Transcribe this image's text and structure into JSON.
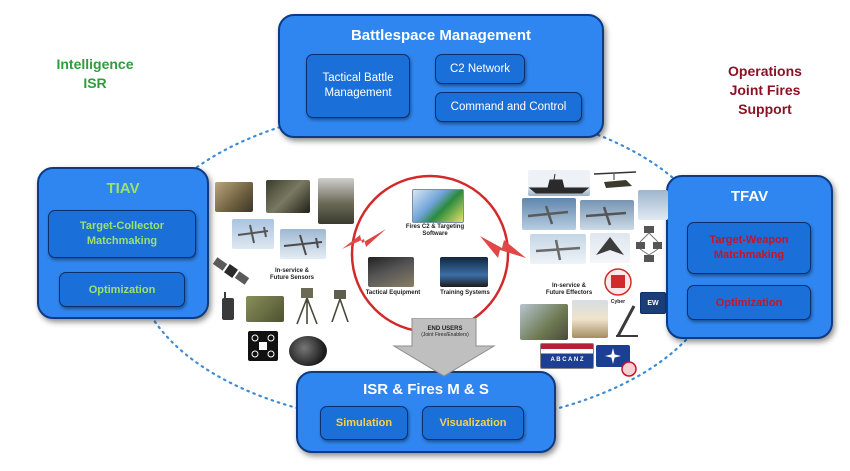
{
  "side_labels": {
    "intelligence": [
      "Intelligence",
      "ISR"
    ],
    "operations": [
      "Operations",
      "Joint Fires",
      "Support"
    ]
  },
  "battlespace": {
    "title": "Battlespace Management",
    "tactical": [
      "Tactical Battle",
      "Management"
    ],
    "c2_network": "C2 Network",
    "command_control": "Command and Control"
  },
  "tiav": {
    "title": "TIAV",
    "matchmaking": [
      "Target-Collector",
      "Matchmaking"
    ],
    "optimization": "Optimization"
  },
  "tfav": {
    "title": "TFAV",
    "matchmaking": [
      "Target-Weapon",
      "Matchmaking"
    ],
    "optimization": "Optimization"
  },
  "ms": {
    "title": "ISR & Fires  M & S",
    "simulation": "Simulation",
    "visualization": "Visualization"
  },
  "center": {
    "software": [
      "Fires C2 & Targeting",
      "Software"
    ],
    "tactical_equipment": "Tactical Equipment",
    "training_systems": "Training Systems",
    "end_users": [
      "END USERS",
      "(Joint Fires/Enablers)"
    ]
  },
  "sensors_label": [
    "In-service &",
    "Future Sensors"
  ],
  "effectors_label": [
    "In-service &",
    "Future Effectors"
  ],
  "small_tags": {
    "abcanz": "A B C A N Z",
    "cyber": "Cyber",
    "ew": "EW"
  },
  "colors": {
    "panel": "#2f86f0",
    "inner": "#1b6fd8",
    "intel_green": "#2e9d3a",
    "ops_red": "#8b1224",
    "circle_red": "#d22a2a",
    "ring_dots": "#3d8bd4"
  }
}
